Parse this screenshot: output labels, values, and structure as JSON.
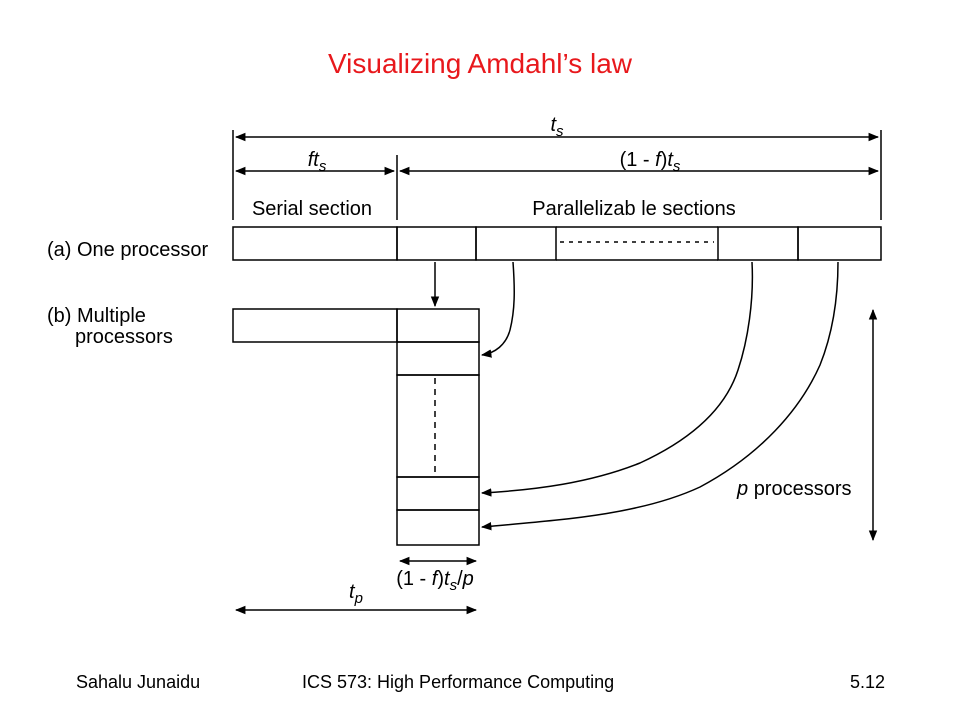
{
  "slide": {
    "title": "Visualizing Amdahl’s law"
  },
  "diagram": {
    "total_time": {
      "var": "t",
      "sub": "s"
    },
    "serial_time": {
      "coef": "f",
      "var": "t",
      "sub": "s"
    },
    "parallel_time": {
      "pre": "(1 - ",
      "coef": "f",
      "close": ")",
      "var": "t",
      "sub": "s"
    },
    "serial_label": "Serial section",
    "parallel_label": "Parallelizab le sections",
    "row_a_label": "(a) One processor",
    "row_b_label_line1": "(b) Multiple",
    "row_b_label_line2": "processors",
    "processors_var": "p",
    "processors_label": "processors",
    "per_processor_time": {
      "pre": "(1 - ",
      "coef": "f",
      "close": ")",
      "var": "t",
      "sub": "s",
      "div": "/",
      "p": "p"
    },
    "tp": {
      "var": "t",
      "sub": "p"
    }
  },
  "footer": {
    "author": "Sahalu Junaidu",
    "course": "ICS 573: High Performance Computing",
    "slide_number": "5.12"
  }
}
